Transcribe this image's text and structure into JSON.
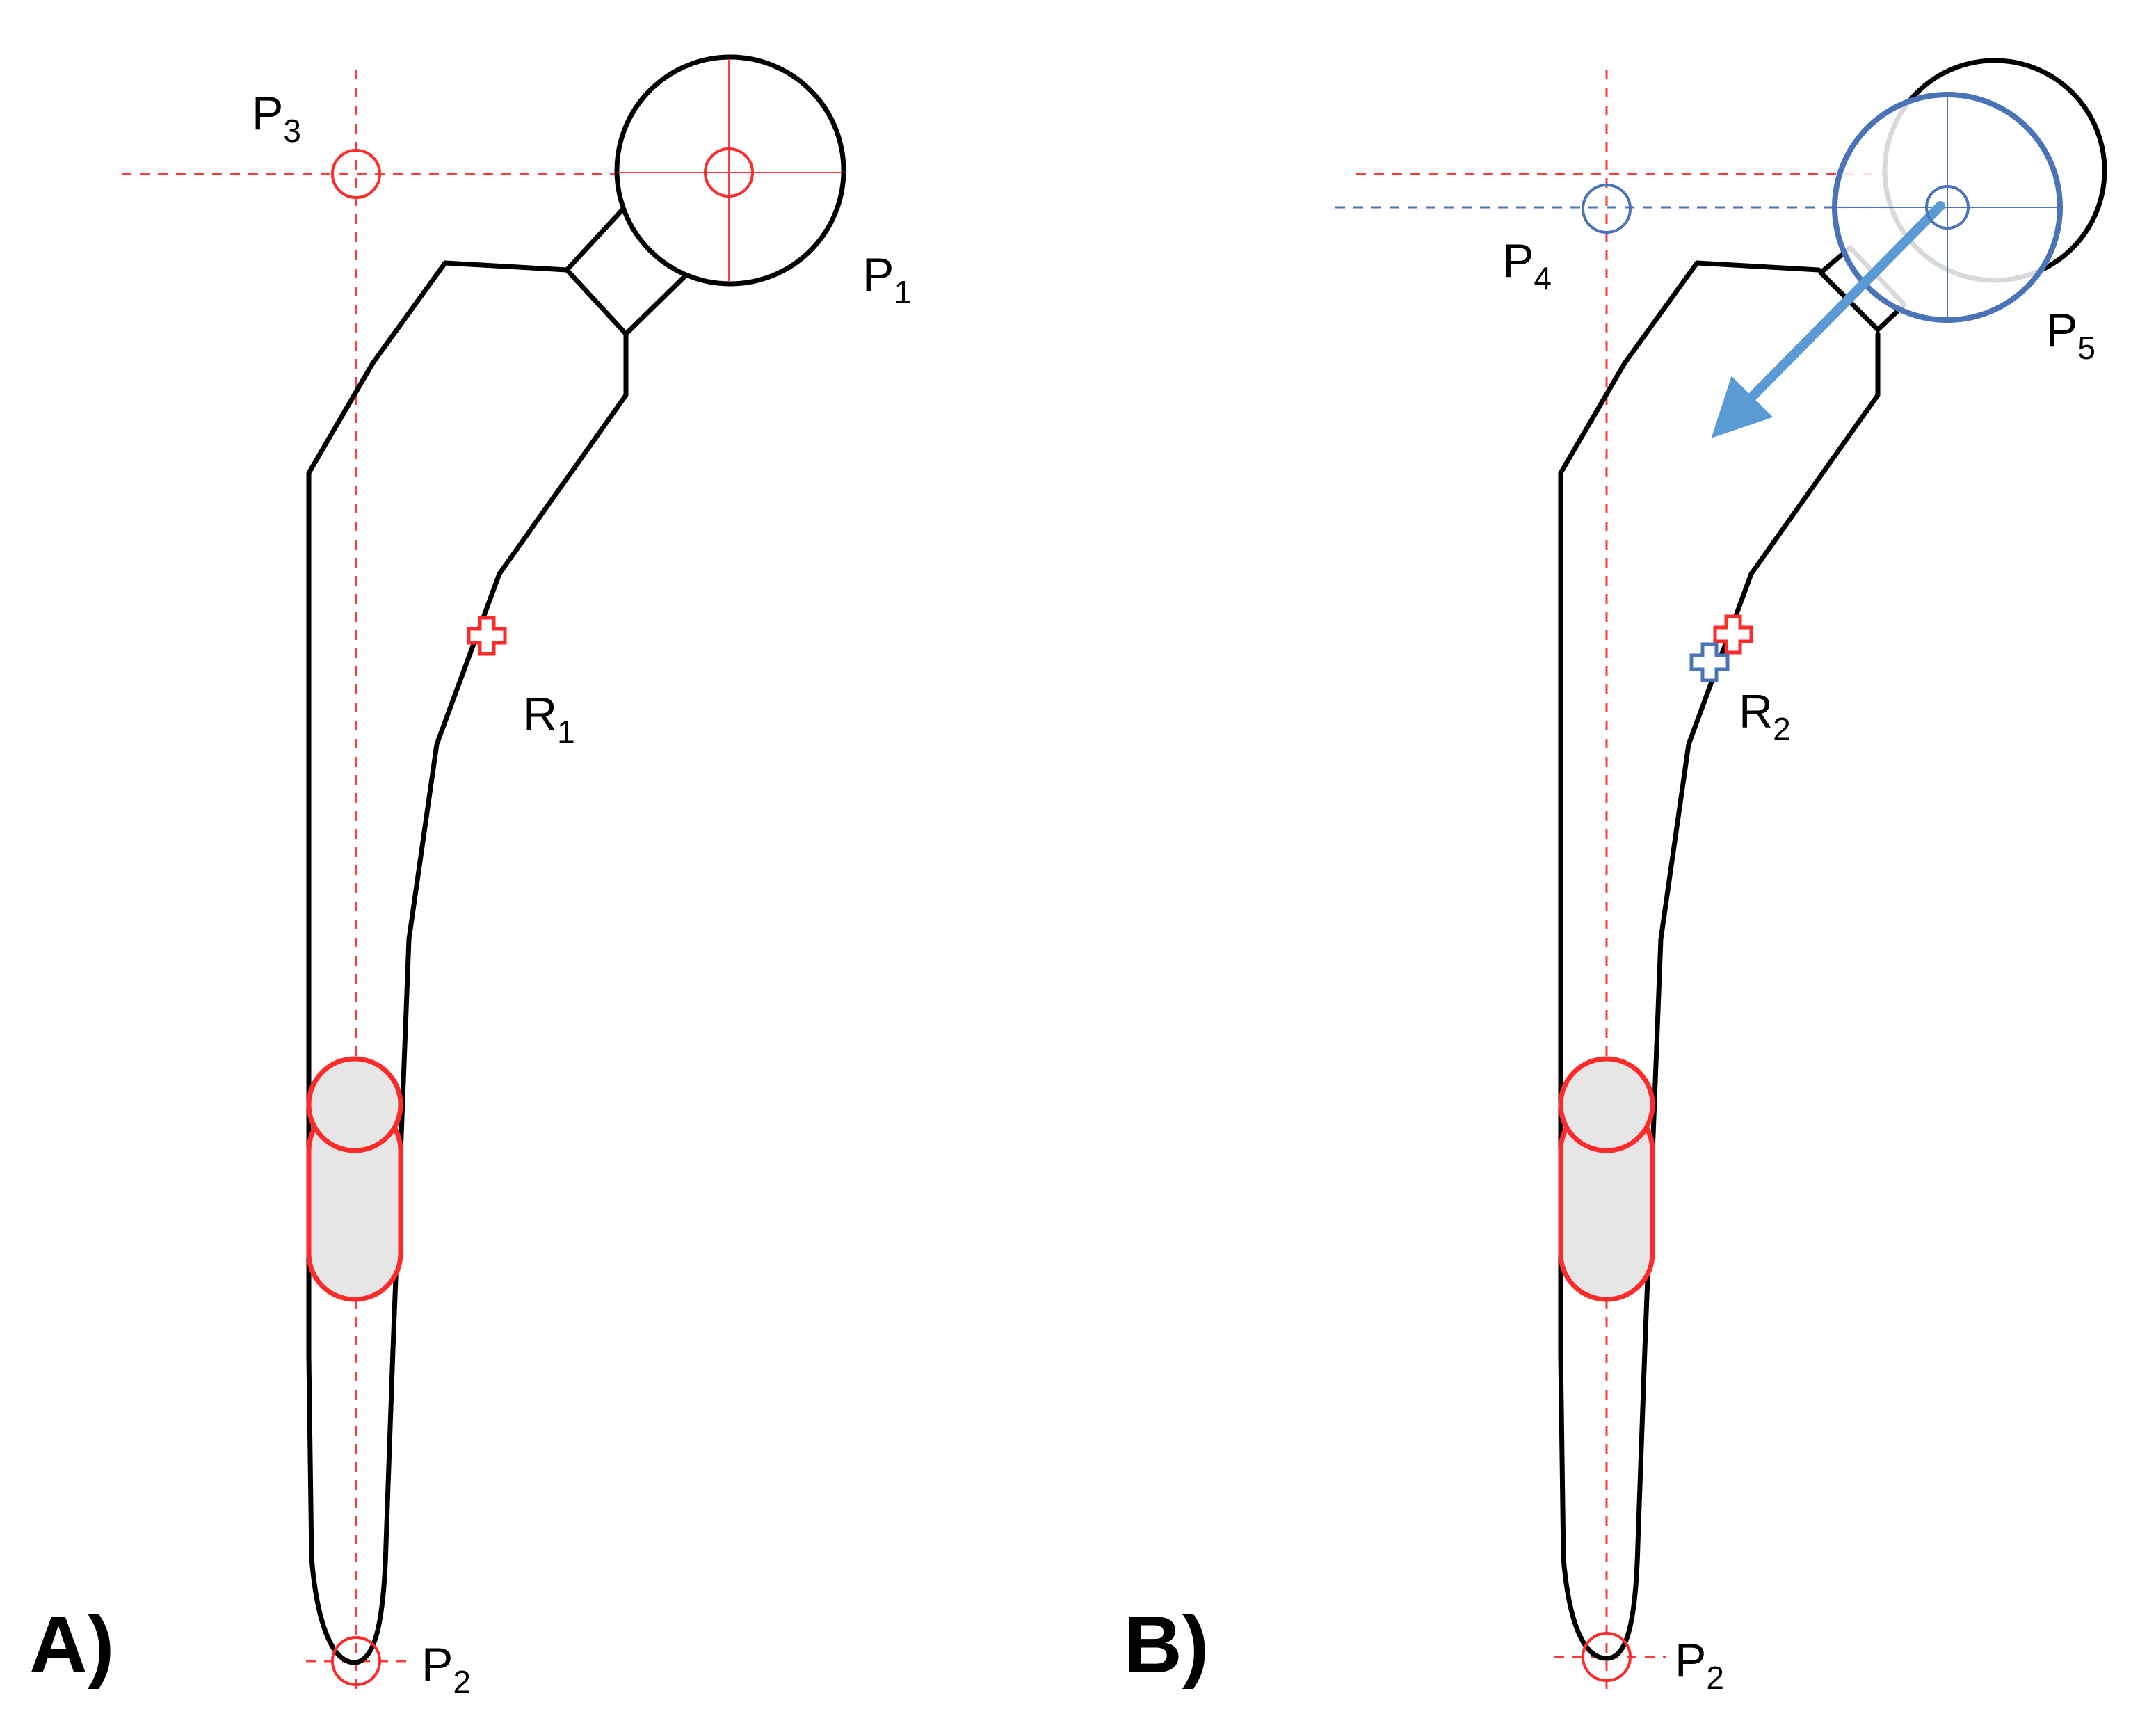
{
  "panels": [
    {
      "id": "A",
      "label": "A)",
      "points": [
        {
          "main": "P",
          "sub": "3"
        },
        {
          "main": "P",
          "sub": "1"
        },
        {
          "main": "R",
          "sub": "1"
        },
        {
          "main": "P",
          "sub": "2"
        }
      ]
    },
    {
      "id": "B",
      "label": "B)",
      "points": [
        {
          "main": "P",
          "sub": "4"
        },
        {
          "main": "P",
          "sub": "5"
        },
        {
          "main": "R",
          "sub": "2"
        },
        {
          "main": "P",
          "sub": "2"
        }
      ]
    }
  ],
  "colors": {
    "reference": "#ff2a2a",
    "displaced": "#4a73b8",
    "arrow": "#5b9bd5",
    "outline": "#000000",
    "cylinder_fill": "#e6e6e6"
  }
}
